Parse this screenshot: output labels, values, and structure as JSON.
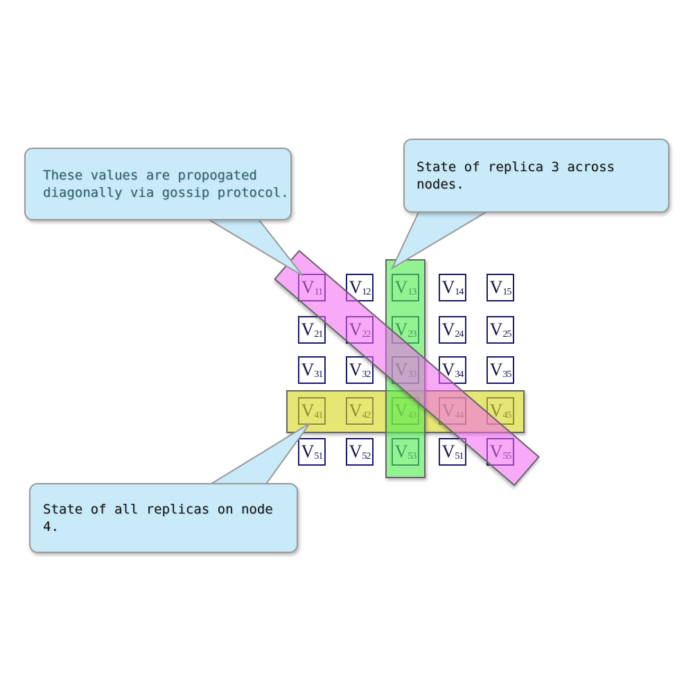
{
  "diagram": {
    "title": "Replica state matrix with gossip propagation highlights",
    "grid": {
      "symbol": "V",
      "cells": [
        [
          "11",
          "12",
          "13",
          "14",
          "15"
        ],
        [
          "21",
          "22",
          "23",
          "24",
          "25"
        ],
        [
          "31",
          "32",
          "33",
          "34",
          "35"
        ],
        [
          "41",
          "42",
          "43",
          "44",
          "45"
        ],
        [
          "51",
          "52",
          "53",
          "51",
          "55"
        ]
      ]
    },
    "callouts": {
      "gossip": {
        "line1": "These values are propogated",
        "line2": "diagonally via gossip protocol.",
        "text_color": "#2e5f73"
      },
      "replica3": {
        "line1": "State of replica 3 across nodes.",
        "text_color": "#111111"
      },
      "node4": {
        "line1": "State of all replicas on node 4.",
        "text_color": "#111111"
      }
    },
    "colors": {
      "callout_fill": "#c9eaf8",
      "callout_border": "#9a9a9a",
      "band_border": "#666666",
      "green_band_fill": "#90ee90",
      "yellow_band_fill": "#e6e67a",
      "pink_band_fill": "#f8aaf8",
      "cell_border": "#1b1b6f",
      "cell_text": "#14144b"
    }
  }
}
